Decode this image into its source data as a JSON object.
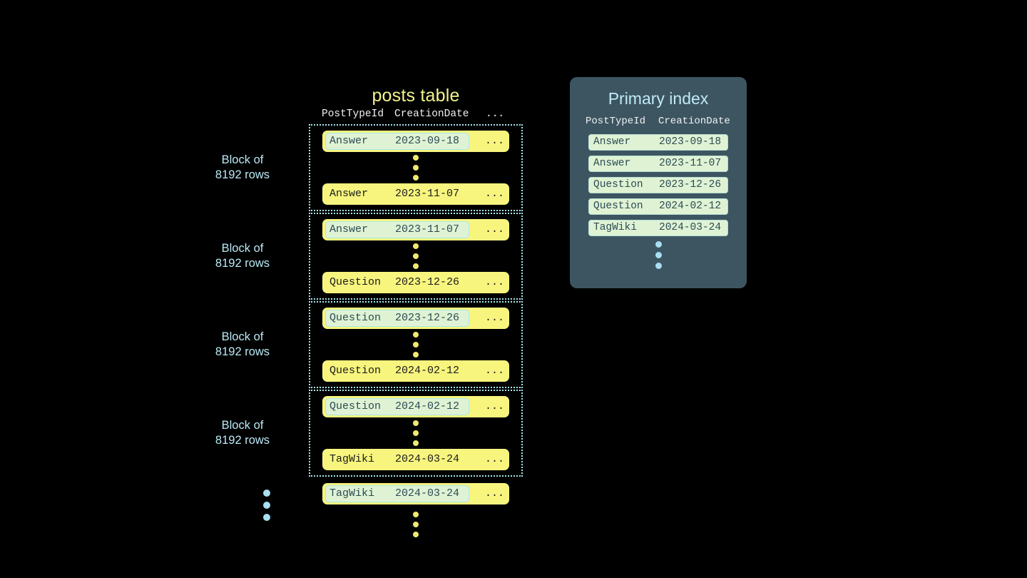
{
  "posts_table": {
    "title": "posts table",
    "columns": {
      "post_type_id": "PostTypeId",
      "creation_date": "CreationDate",
      "more": "..."
    },
    "row_more": "...",
    "blocks": [
      {
        "label": "Block of\n8192 rows",
        "first_row": {
          "post_type_id": "Answer",
          "creation_date": "2023-09-18",
          "highlighted": true
        },
        "last_row": {
          "post_type_id": "Answer",
          "creation_date": "2023-11-07",
          "highlighted": false
        }
      },
      {
        "label": "Block of\n8192 rows",
        "first_row": {
          "post_type_id": "Answer",
          "creation_date": "2023-11-07",
          "highlighted": true
        },
        "last_row": {
          "post_type_id": "Question",
          "creation_date": "2023-12-26",
          "highlighted": false
        }
      },
      {
        "label": "Block of\n8192 rows",
        "first_row": {
          "post_type_id": "Question",
          "creation_date": "2023-12-26",
          "highlighted": true
        },
        "last_row": {
          "post_type_id": "Question",
          "creation_date": "2024-02-12",
          "highlighted": false
        }
      },
      {
        "label": "Block of\n8192 rows",
        "first_row": {
          "post_type_id": "Question",
          "creation_date": "2024-02-12",
          "highlighted": true
        },
        "last_row": {
          "post_type_id": "TagWiki",
          "creation_date": "2024-03-24",
          "highlighted": false
        }
      }
    ],
    "trailing_row": {
      "post_type_id": "TagWiki",
      "creation_date": "2024-03-24",
      "highlighted": true
    }
  },
  "primary_index": {
    "title": "Primary index",
    "columns": {
      "post_type_id": "PostTypeId",
      "creation_date": "CreationDate"
    },
    "rows": [
      {
        "post_type_id": "Answer",
        "creation_date": "2023-09-18"
      },
      {
        "post_type_id": "Answer",
        "creation_date": "2023-11-07"
      },
      {
        "post_type_id": "Question",
        "creation_date": "2023-12-26"
      },
      {
        "post_type_id": "Question",
        "creation_date": "2024-02-12"
      },
      {
        "post_type_id": "TagWiki",
        "creation_date": "2024-03-24"
      }
    ]
  },
  "colors": {
    "background": "#000000",
    "row_yellow": "#f7f57e",
    "highlight_green": "#dff3d4",
    "accent_cyan": "#a9e7f0",
    "panel_slate": "#3d5561",
    "title_yellow": "#f2f58a",
    "dot_yellow": "#efe96e",
    "dot_cyan": "#a8dff2"
  }
}
